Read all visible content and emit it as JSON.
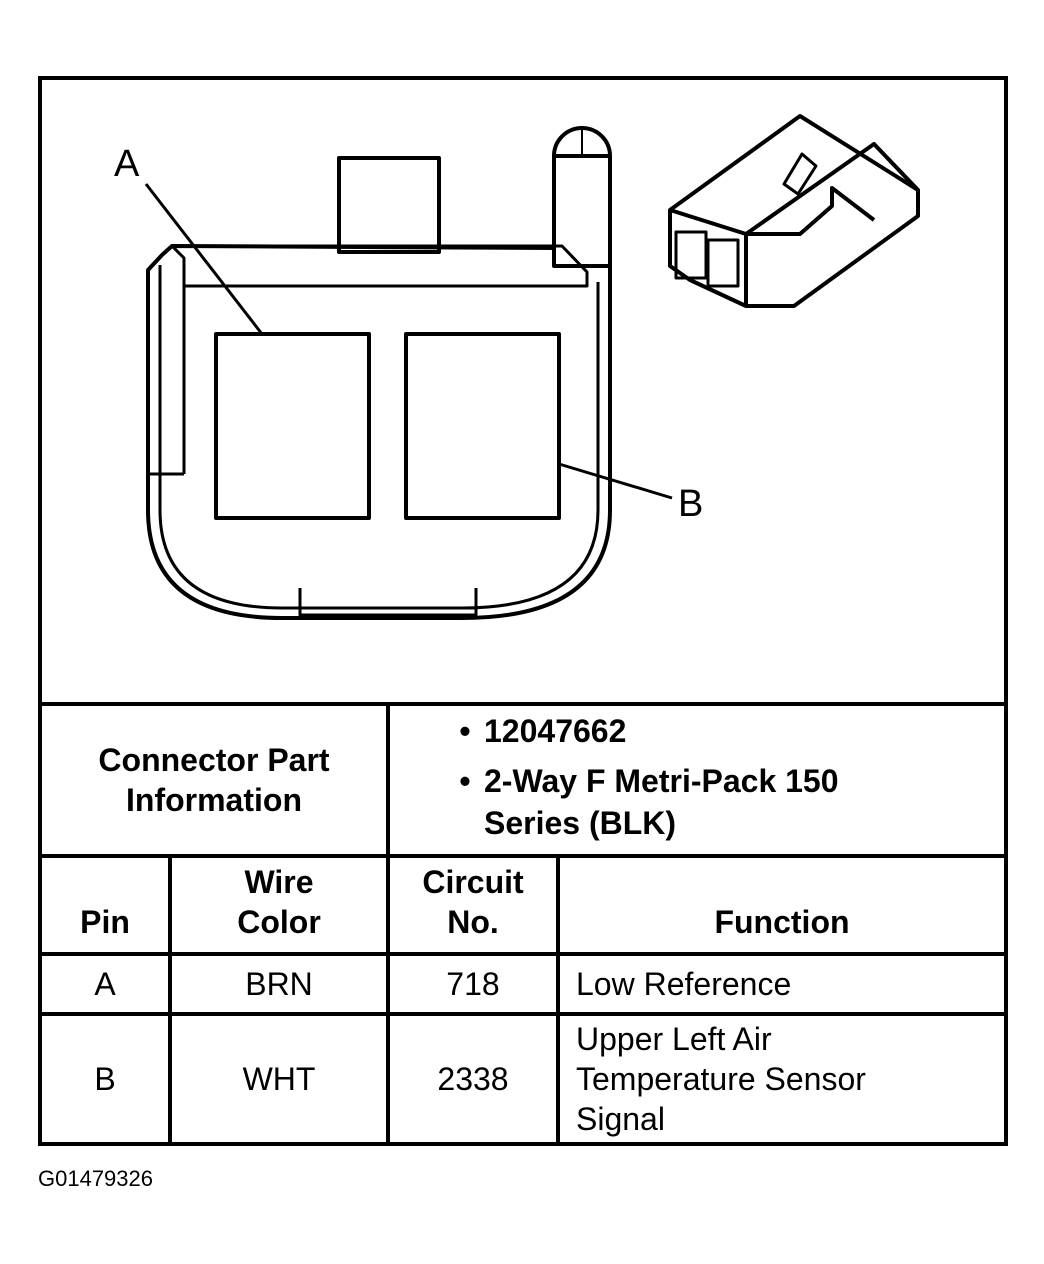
{
  "diagram": {
    "labels": {
      "pin_a": "A",
      "pin_b": "B"
    }
  },
  "part_info": {
    "header": "Connector Part Information",
    "bullets": [
      "12047662",
      "2-Way F Metri-Pack 150 Series (BLK)"
    ]
  },
  "table": {
    "columns": [
      "Pin",
      "Wire Color",
      "Circuit No.",
      "Function"
    ],
    "rows": [
      {
        "pin": "A",
        "wire_color": "BRN",
        "circuit": "718",
        "function": "Low Reference"
      },
      {
        "pin": "B",
        "wire_color": "WHT",
        "circuit": "2338",
        "function": "Upper Left Air Temperature Sensor Signal"
      }
    ]
  },
  "figure_id": "G01479326"
}
